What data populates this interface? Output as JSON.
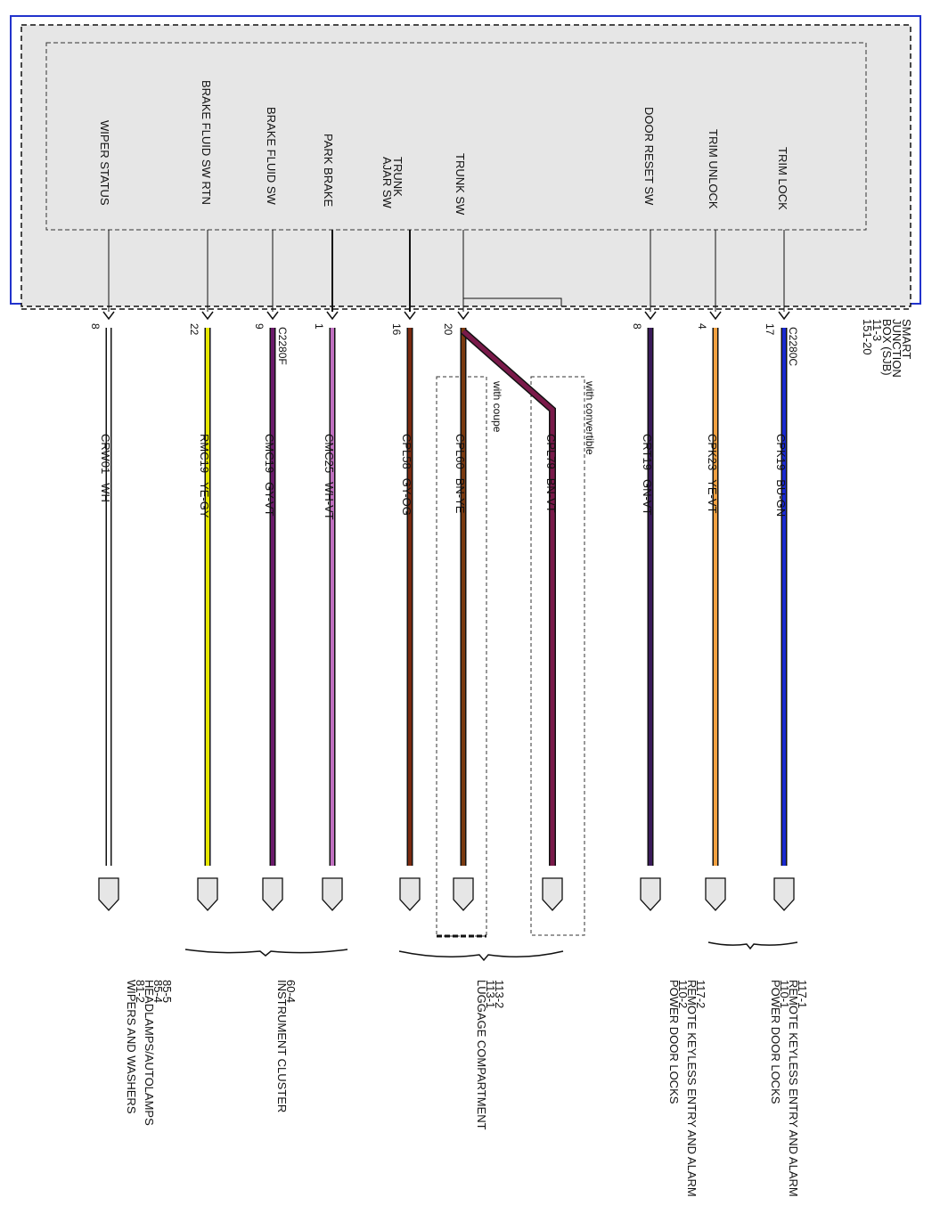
{
  "module": {
    "name_lines": [
      "SMART",
      "JUNCTION",
      "BOX (SJB)",
      "11-3",
      "151-20"
    ]
  },
  "colors": {
    "frame": "#2233cc",
    "box_fill": "#e6e6e6",
    "WH": "#ffffff",
    "YE-GY": "#e6e600",
    "GY-VT": "#6a1a6a",
    "WH-VT": "#c070c0",
    "GY-OG": "#7a2a10",
    "BN-YE": "#7a3a10",
    "BN-VT": "#7a1a4a",
    "GN-VT": "#3a1a5a",
    "YE-VT": "#f0a040",
    "BU-GN": "#1a2ad0"
  },
  "circuits": [
    {
      "signal": [
        "WIPER STATUS"
      ],
      "pin": "8",
      "connector": "",
      "circuit": "CRW01",
      "color": "WH"
    },
    {
      "signal": [
        "BRAKE FLUID SW RTN"
      ],
      "pin": "22",
      "connector": "",
      "circuit": "RMC19",
      "color": "YE-GY"
    },
    {
      "signal": [
        "BRAKE FLUID SW"
      ],
      "pin": "9",
      "connector": "C2280F",
      "circuit": "CMC19",
      "color": "GY-VT"
    },
    {
      "signal": [
        "PARK BRAKE"
      ],
      "pin": "1",
      "connector": "",
      "circuit": "CMC25",
      "color": "WH-VT"
    },
    {
      "signal": [
        "TRUNK",
        "AJAR SW"
      ],
      "pin": "16",
      "connector": "",
      "circuit": "CPL58",
      "color": "GY-OG"
    },
    {
      "signal": [
        "TRUNK SW"
      ],
      "pin": "20",
      "connector": "",
      "circuit": "CPL60",
      "color": "BN-YE"
    },
    {
      "signal": [],
      "pin": "",
      "connector": "",
      "circuit": "CPL79",
      "color": "BN-VT"
    },
    {
      "signal": [
        "DOOR RESET SW"
      ],
      "pin": "8",
      "connector": "",
      "circuit": "CRT19",
      "color": "GN-VT"
    },
    {
      "signal": [
        "TRIM UNLOCK"
      ],
      "pin": "4",
      "connector": "",
      "circuit": "CPK23",
      "color": "YE-VT"
    },
    {
      "signal": [
        "TRIM LOCK"
      ],
      "pin": "17",
      "connector": "C2280C",
      "circuit": "CPK19",
      "color": "BU-GN"
    }
  ],
  "options": {
    "coupe": "with coupe",
    "convertible": "with convertible"
  },
  "destinations": [
    {
      "lines": [
        "WIPERS AND WASHERS",
        "81-2",
        "HEADLAMPS/AUTOLAMPS",
        "85-4",
        "85-5"
      ]
    },
    {
      "lines": [
        "INSTRUMENT CLUSTER",
        "60-4"
      ]
    },
    {
      "lines": [
        "LUGGAGE COMPARTMENT",
        "113-1",
        "113-2"
      ]
    },
    {
      "lines": [
        "POWER DOOR LOCKS",
        "110-2",
        "REMOTE KEYLESS ENTRY AND ALARM",
        "117-2"
      ]
    },
    {
      "lines": [
        "POWER DOOR LOCKS",
        "110-1",
        "REMOTE KEYLESS ENTRY AND ALARM",
        "117-1"
      ]
    }
  ]
}
